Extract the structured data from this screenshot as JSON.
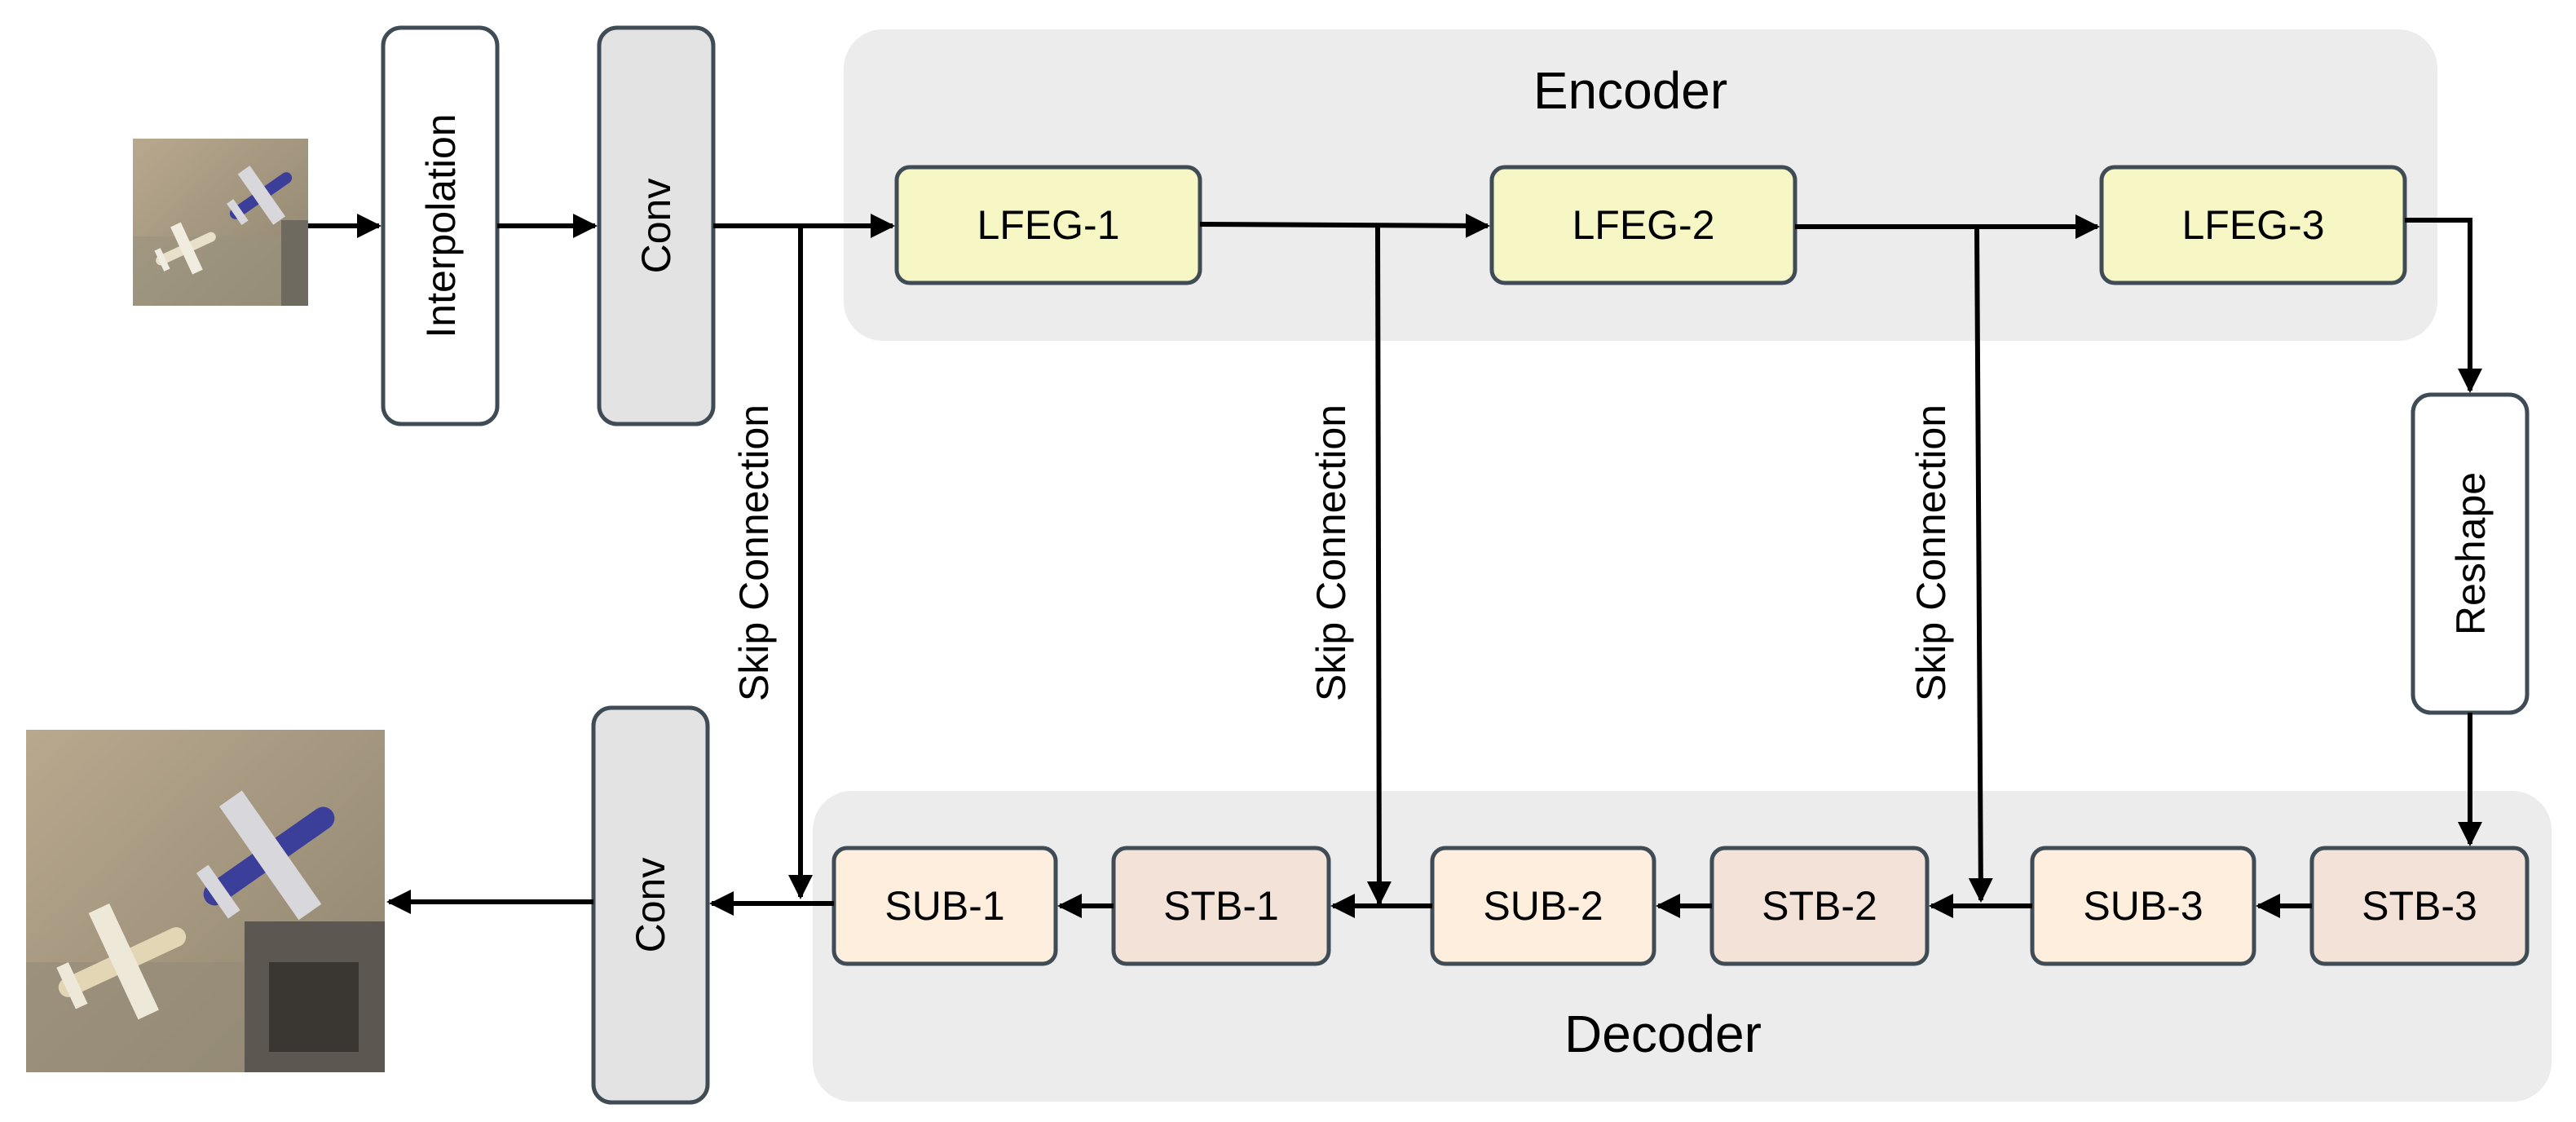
{
  "labels": {
    "interpolation": "Interpolation",
    "conv_in": "Conv",
    "conv_out": "Conv",
    "encoder": "Encoder",
    "decoder": "Decoder",
    "reshape": "Reshape",
    "skip_connection": "Skip Connection",
    "lfeg": [
      "LFEG-1",
      "LFEG-2",
      "LFEG-3"
    ],
    "sub": [
      "SUB-1",
      "SUB-2",
      "SUB-3"
    ],
    "stb": [
      "STB-1",
      "STB-2",
      "STB-3"
    ]
  },
  "images": {
    "input": "low-resolution aerial airplanes",
    "output": "super-resolved aerial airplanes"
  },
  "colors": {
    "region": "#ececec",
    "lfeg": "#f6f7c4",
    "sub": "#fdeedd",
    "stb": "#f3e2d8",
    "conv": "#e3e3e3"
  }
}
